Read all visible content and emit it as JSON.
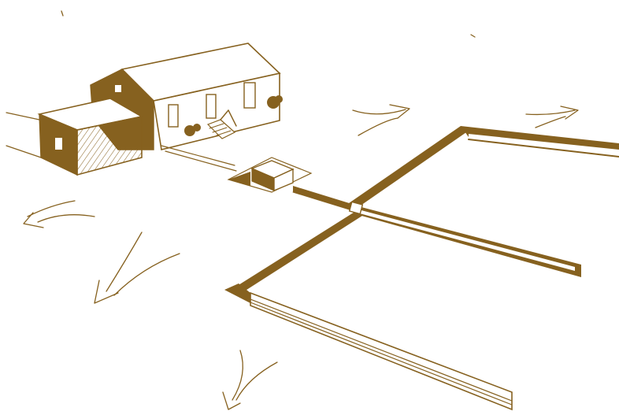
{
  "colors": {
    "ink": "#86611f",
    "ink_light": "#b08a46",
    "background": "#ffffff"
  },
  "elements": {
    "house": "house",
    "garage": "attached-garage",
    "septic_tank": "septic-tank",
    "distribution_box": "distribution-box",
    "drain_lines": "drain-field-trenches",
    "arrows": "dispersal-arrows"
  }
}
